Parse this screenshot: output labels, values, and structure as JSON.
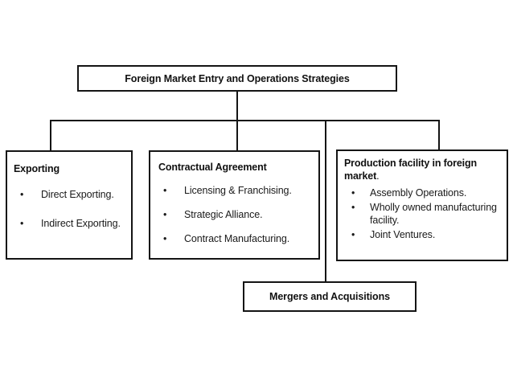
{
  "diagram": {
    "root": {
      "label": "Foreign Market Entry and Operations Strategies"
    },
    "branches": [
      {
        "id": "exporting",
        "heading": "Exporting",
        "heading_tail": "",
        "items": [
          "Direct Exporting.",
          "Indirect Exporting."
        ]
      },
      {
        "id": "contractual",
        "heading": "Contractual Agreement",
        "heading_tail": "",
        "items": [
          "Licensing & Franchising.",
          "Strategic Alliance.",
          "Contract Manufacturing."
        ]
      },
      {
        "id": "production",
        "heading": "Production facility in foreign market",
        "heading_tail": ".",
        "items": [
          "Assembly Operations.",
          "Wholly owned manufacturing facility.",
          "Joint Ventures."
        ]
      }
    ],
    "bottom": {
      "label": "Mergers and Acquisitions"
    },
    "bullet_glyph": "•",
    "colors": {
      "line": "#141414",
      "text": "#111111",
      "background": "#ffffff"
    }
  }
}
